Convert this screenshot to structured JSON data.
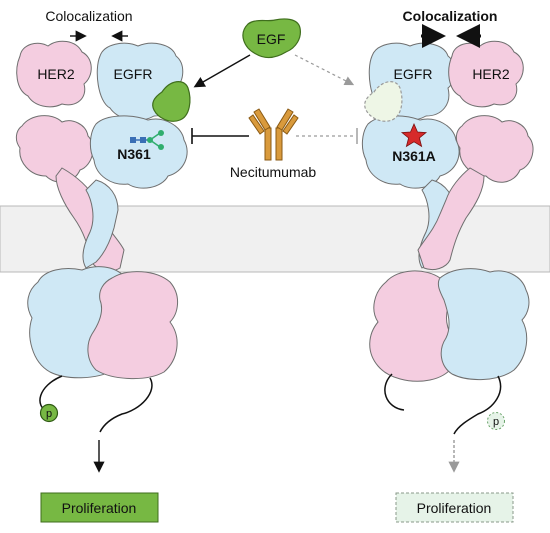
{
  "left_panel": {
    "colocalization": "Colocalization",
    "her2": "HER2",
    "egfr": "EGFR",
    "residue": "N361",
    "phospho": "p",
    "outcome": "Proliferation"
  },
  "right_panel": {
    "colocalization": "Colocalization",
    "her2": "HER2",
    "egfr": "EGFR",
    "residue": "N361A",
    "phospho": "p",
    "outcome": "Proliferation"
  },
  "center": {
    "ligand": "EGF",
    "antibody": "Necitumumab"
  },
  "colors": {
    "egfr_blue": "#cfe8f5",
    "her2_pink": "#f4cde0",
    "membrane_gray": "#f0f0f0",
    "egf_green": "#77b843",
    "antibody_orange": "#d99a3c",
    "star_red": "#d62a2a",
    "glycan_green": "#2fae6e",
    "glycan_blue": "#3a6fb5",
    "active_outcome_fill": "#77b843",
    "inactive_outcome_fill": "#e6f3e8"
  },
  "icons": [
    "egf-ligand-icon",
    "necitumumab-antibody-icon",
    "glycan-icon",
    "mutation-star-icon",
    "phosphate-icon"
  ]
}
